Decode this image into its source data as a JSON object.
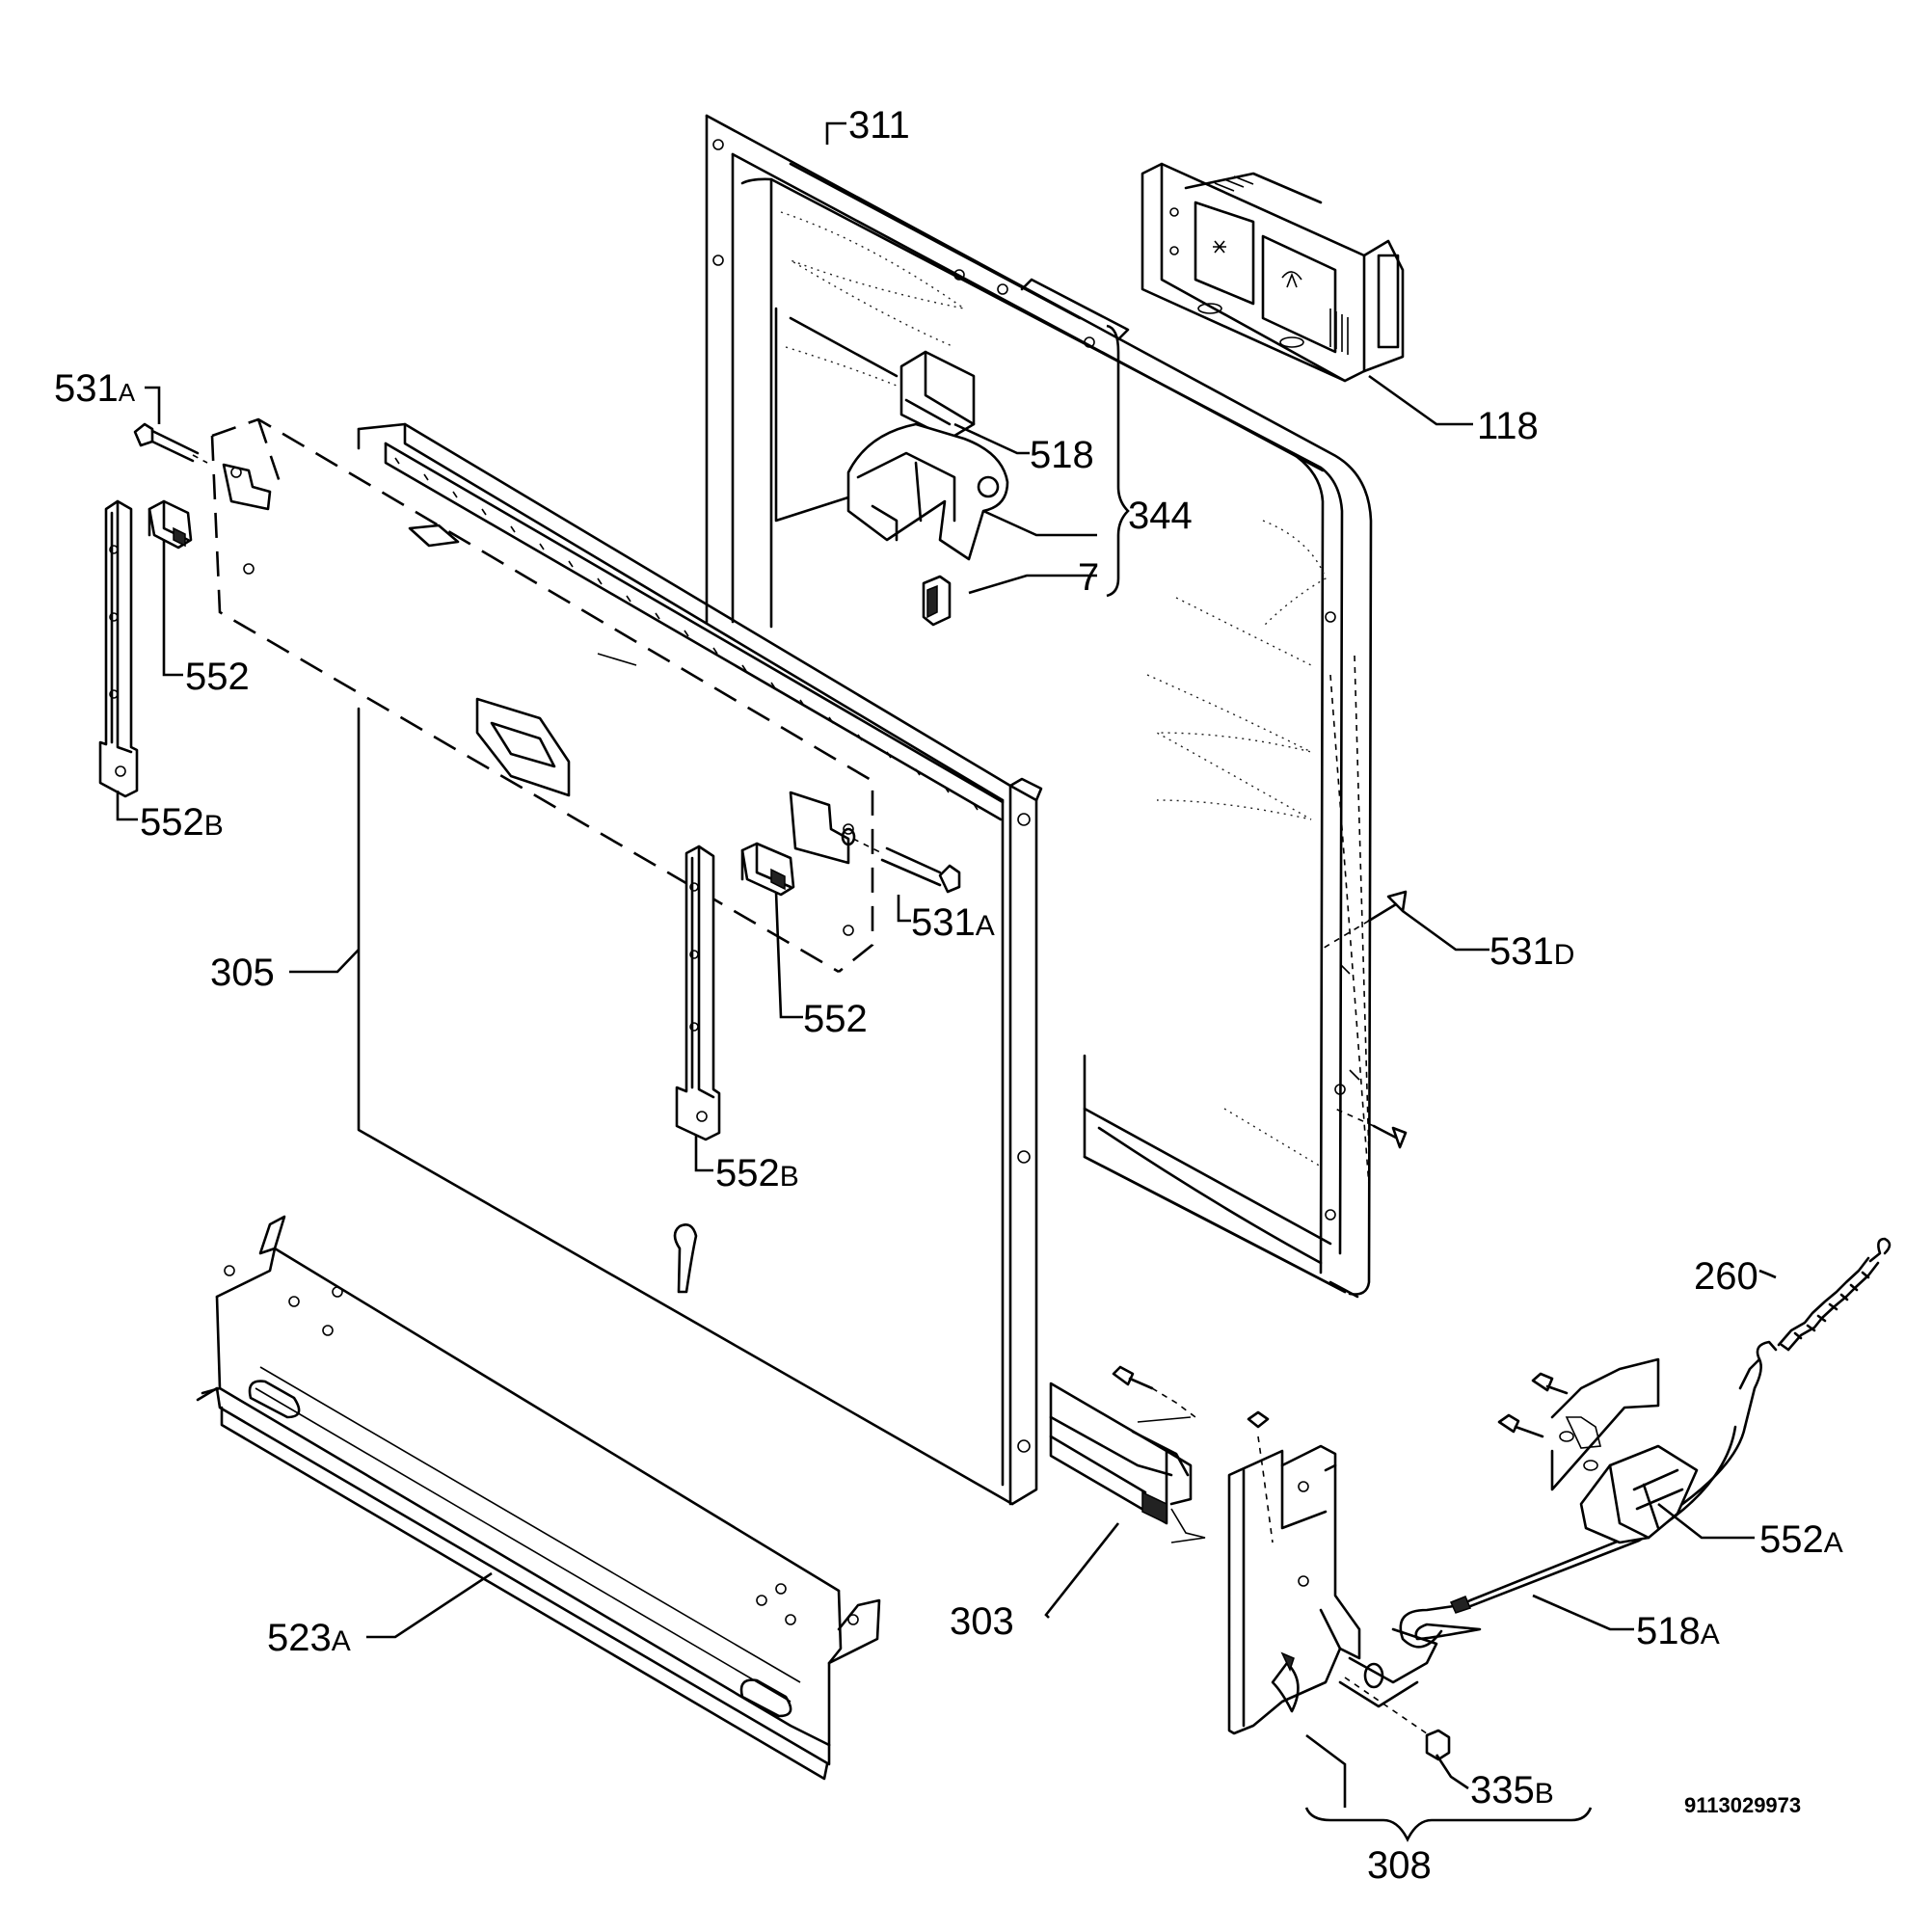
{
  "diagram_id": "9113029973",
  "labels": {
    "l311": "311",
    "l118": "118",
    "l518": "518",
    "l344": "344",
    "l7": "7",
    "l531a_top": "531",
    "l531a_top_suffix": "A",
    "l552_top": "552",
    "l552b_top": "552",
    "l552b_top_suffix": "B",
    "l531a_mid": "531",
    "l531a_mid_suffix": "A",
    "l305": "305",
    "l552_mid": "552",
    "l552b_mid": "552",
    "l552b_mid_suffix": "B",
    "l531d": "531",
    "l531d_suffix": "D",
    "l260": "260",
    "l552a": "552",
    "l552a_suffix": "A",
    "l518a": "518",
    "l518a_suffix": "A",
    "l303": "303",
    "l523a": "523",
    "l523a_suffix": "A",
    "l335b": "335",
    "l335b_suffix": "B",
    "l308": "308"
  }
}
